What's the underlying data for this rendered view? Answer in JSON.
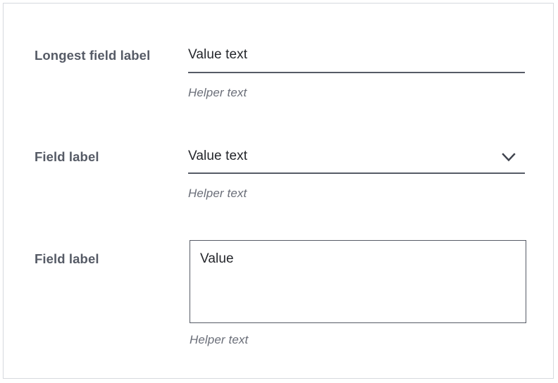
{
  "card": {
    "border_color": "#d6d9de",
    "background": "#ffffff"
  },
  "colors": {
    "label": "#565b66",
    "value": "#24262b",
    "helper": "#6a6e78",
    "underline": "#565b66",
    "border": "#565b66",
    "card_border": "#d6d9de"
  },
  "form": {
    "rows": [
      {
        "type": "text",
        "label": "Longest field label",
        "value": "Value text",
        "helper": "Helper text"
      },
      {
        "type": "select",
        "label": "Field label",
        "value": "Value text",
        "helper": "Helper text",
        "icon": "chevron-down-icon"
      },
      {
        "type": "textarea",
        "label": "Field label",
        "value": "Value",
        "helper": "Helper text"
      }
    ]
  }
}
